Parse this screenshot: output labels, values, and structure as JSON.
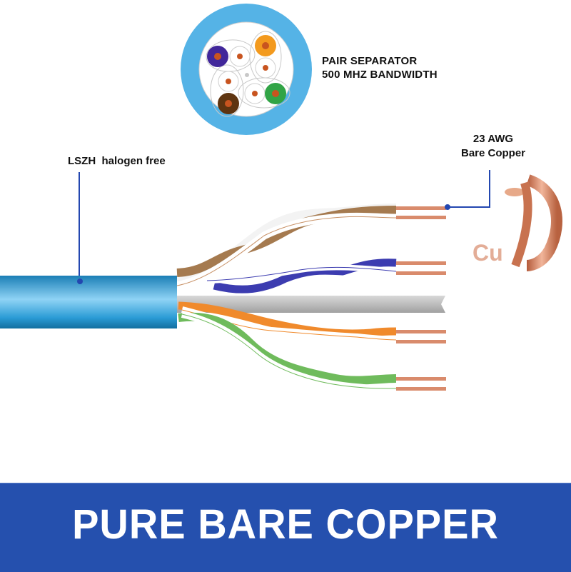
{
  "cross_section": {
    "label_line1": "PAIR SEPARATOR",
    "label_line2": "500 MHZ BANDWIDTH",
    "jacket_color": "#55b3e6",
    "pair_colors": [
      "#41279a",
      "#f39a1e",
      "#6b3a12",
      "#31a446"
    ],
    "conductor_color": "#c8541f"
  },
  "callouts": {
    "jacket": "LSZH  halogen free",
    "conductor_line1": "23 AWG",
    "conductor_line2": "Bare Copper",
    "element_symbol": "Cu",
    "line_color": "#2347b0"
  },
  "cable": {
    "jacket_color": "#2aa0d8",
    "pairs": [
      {
        "name": "brown",
        "color": "#a57a4f"
      },
      {
        "name": "blue",
        "color": "#3c3cb0"
      },
      {
        "name": "orange",
        "color": "#f08a2c"
      },
      {
        "name": "green",
        "color": "#6fbb5c"
      }
    ],
    "copper_color": "#d98b6c"
  },
  "banner": {
    "text": "PURE BARE COPPER",
    "color": "#2550ae"
  }
}
